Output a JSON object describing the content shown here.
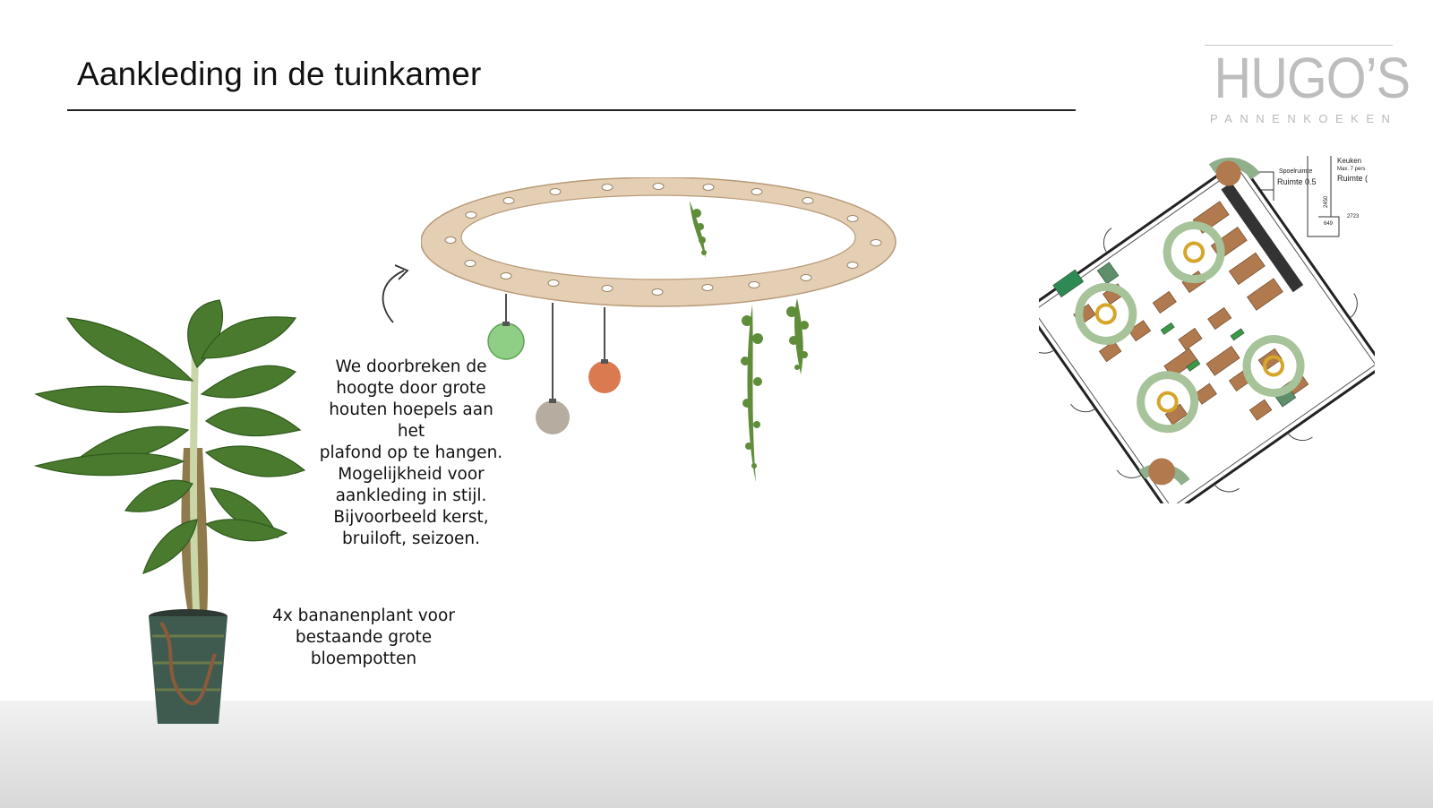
{
  "slide": {
    "title": "Aankleding in de tuinkamer"
  },
  "logo": {
    "brand": "HUGO’S",
    "subtitle": "PANNENKOEKEN"
  },
  "hoops_text": "We doorbreken de\nhoogte door grote\nhouten hoepels aan het\nplafond op te hangen.\nMogelijkheid voor\naankleding in stijl.\nBijvoorbeeld kerst,\nbruiloft, seizoen.",
  "plant_text": "4x bananenplant voor\nbestaande grote\nbloempotten",
  "floorplan": {
    "labels": {
      "spoelruimte": "Spoelruimte",
      "ruimte_05": "Ruimte 0.5",
      "keuken": "Keuken",
      "max_pers": "Max. 7 pers",
      "ruimte_c": "Ruimte (",
      "dim_2450": "2450",
      "dim_2723": "2723",
      "dim_649": "649"
    }
  },
  "colors": {
    "wood": "#e4cfb4",
    "hoop_green": "#a7c39a",
    "ring_gold": "#d4a62a",
    "table_brown": "#b07a4e",
    "banana_leaf": "#4a7a2e"
  }
}
